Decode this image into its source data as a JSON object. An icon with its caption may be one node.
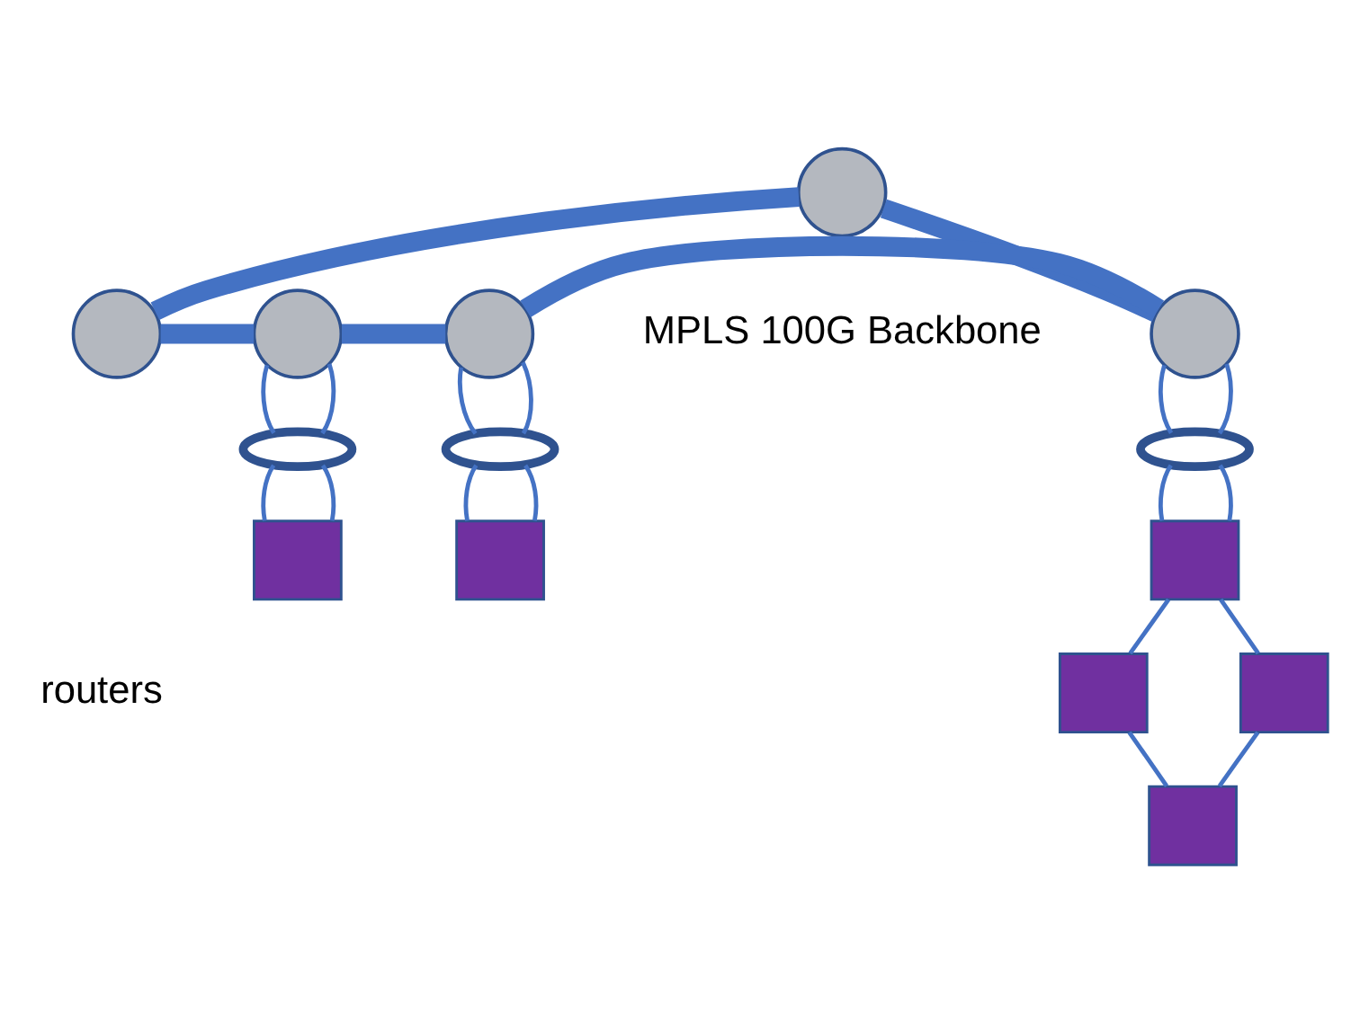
{
  "diagram": {
    "nodes": [
      {
        "text": [],
        "shape": "circle"
      },
      {
        "text": [],
        "shape": "circle"
      },
      {
        "text": [],
        "shape": "circle"
      },
      {
        "text": [],
        "shape": "circle"
      },
      {
        "text": [],
        "shape": "circle"
      },
      {
        "text": [],
        "shape": "ring"
      },
      {
        "text": [],
        "shape": "ring"
      },
      {
        "text": [],
        "shape": "ring"
      },
      {
        "text": [],
        "shape": "box"
      },
      {
        "text": [],
        "shape": "box"
      },
      {
        "text": [],
        "shape": "box"
      },
      {
        "text": [],
        "shape": "box"
      },
      {
        "text": [],
        "shape": "box"
      },
      {
        "text": [],
        "shape": "box"
      }
    ],
    "edges": [
      {
        "from": 0,
        "to": 1,
        "arrow": "none",
        "style": "thick"
      },
      {
        "from": 0,
        "to": 4,
        "arrow": "none",
        "style": "thick"
      },
      {
        "from": 1,
        "to": 2,
        "arrow": "none",
        "style": "thick"
      },
      {
        "from": 2,
        "to": 3,
        "arrow": "none",
        "style": "thick"
      },
      {
        "from": 3,
        "to": 4,
        "arrow": "none",
        "style": "thick"
      },
      {
        "from": 2,
        "to": 5,
        "arrow": "none"
      },
      {
        "from": 2,
        "to": 5,
        "arrow": "none"
      },
      {
        "from": 5,
        "to": 8,
        "arrow": "none"
      },
      {
        "from": 5,
        "to": 8,
        "arrow": "none"
      },
      {
        "from": 3,
        "to": 6,
        "arrow": "none"
      },
      {
        "from": 3,
        "to": 6,
        "arrow": "none"
      },
      {
        "from": 6,
        "to": 9,
        "arrow": "none"
      },
      {
        "from": 6,
        "to": 9,
        "arrow": "none"
      },
      {
        "from": 4,
        "to": 7,
        "arrow": "none"
      },
      {
        "from": 4,
        "to": 7,
        "arrow": "none"
      },
      {
        "from": 7,
        "to": 10,
        "arrow": "none"
      },
      {
        "from": 7,
        "to": 10,
        "arrow": "none"
      },
      {
        "from": 10,
        "to": 11,
        "arrow": "none"
      },
      {
        "from": 10,
        "to": 12,
        "arrow": "none"
      },
      {
        "from": 11,
        "to": 13,
        "arrow": "none"
      },
      {
        "from": 12,
        "to": 13,
        "arrow": "none"
      }
    ],
    "labels": [
      "MPLS 100G Backbone",
      "routers"
    ]
  }
}
